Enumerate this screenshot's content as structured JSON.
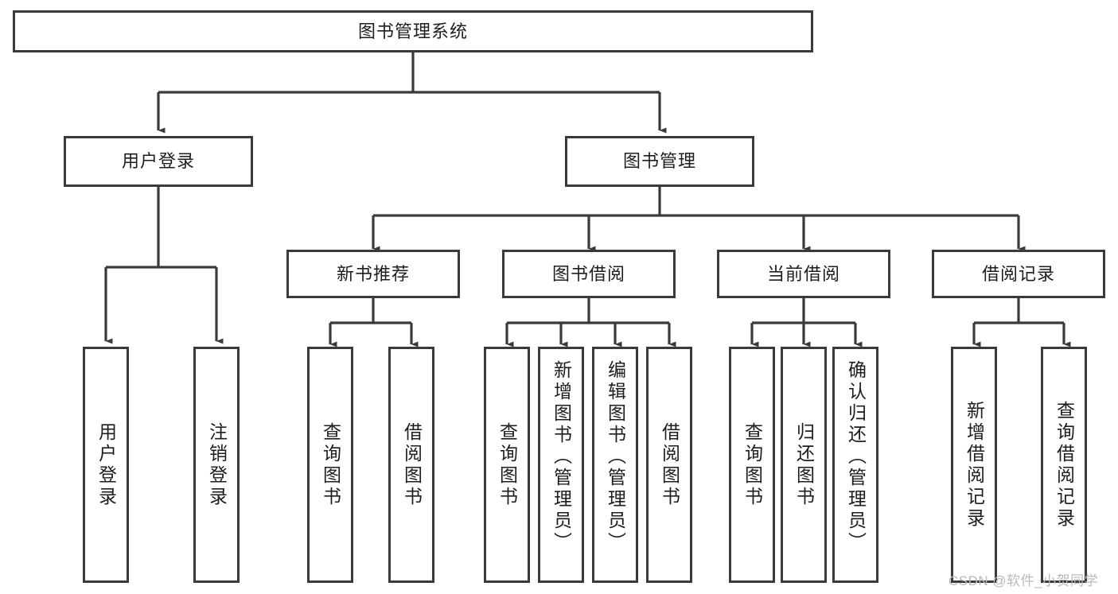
{
  "diagram": {
    "type": "tree-hierarchy",
    "title": "图书管理系统",
    "stroke_color": "#3a3a3a",
    "fill_color": "#ffffff",
    "text_color": "#1d1d1d",
    "nodes": {
      "root": {
        "label": "图书管理系统"
      },
      "level1": [
        {
          "label": "用户登录"
        },
        {
          "label": "图书管理"
        }
      ],
      "level2": [
        {
          "label": "新书推荐"
        },
        {
          "label": "图书借阅"
        },
        {
          "label": "当前借阅"
        },
        {
          "label": "借阅记录"
        }
      ],
      "leaves_user_login": [
        {
          "label": "用户登录"
        },
        {
          "label": "注销登录"
        }
      ],
      "leaves_new_book": [
        {
          "label": "查询图书"
        },
        {
          "label": "借阅图书"
        }
      ],
      "leaves_borrow": [
        {
          "label": "查询图书"
        },
        {
          "label": "新增图书（管理员）"
        },
        {
          "label": "编辑图书（管理员）"
        },
        {
          "label": "借阅图书"
        }
      ],
      "leaves_current": [
        {
          "label": "查询图书"
        },
        {
          "label": "归还图书"
        },
        {
          "label": "确认归还（管理员）"
        }
      ],
      "leaves_records": [
        {
          "label": "新增借阅记录"
        },
        {
          "label": "查询借阅记录"
        }
      ]
    }
  },
  "watermark": {
    "text": "CSDN @软件_小贺同学"
  }
}
